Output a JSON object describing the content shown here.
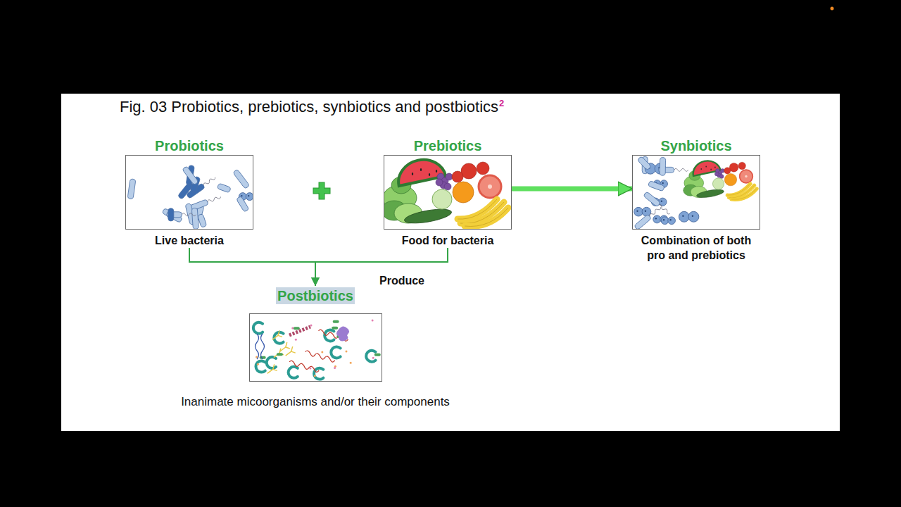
{
  "diagram": {
    "title": "Fig. 03 Probiotics, prebiotics, synbiotics and postbiotics",
    "nodes": [
      {
        "text": [
          "Probiotics",
          "Live bacteria"
        ]
      },
      {
        "text": [
          "Prebiotics",
          "Food for bacteria"
        ]
      },
      {
        "text": [
          "Synbiotics",
          "Combination of both pro and prebiotics"
        ]
      },
      {
        "text": [
          "Postbiotics",
          "Inanimate micoorganisms and/or their components"
        ]
      }
    ],
    "edges": [
      {
        "from": 0,
        "to": 3,
        "arrow": "to"
      },
      {
        "from": 1,
        "to": 3,
        "arrow": "to",
        "label": "Produce"
      },
      {
        "from": 1,
        "to": 2,
        "arrow": "to"
      }
    ],
    "labels": [
      "2"
    ]
  }
}
